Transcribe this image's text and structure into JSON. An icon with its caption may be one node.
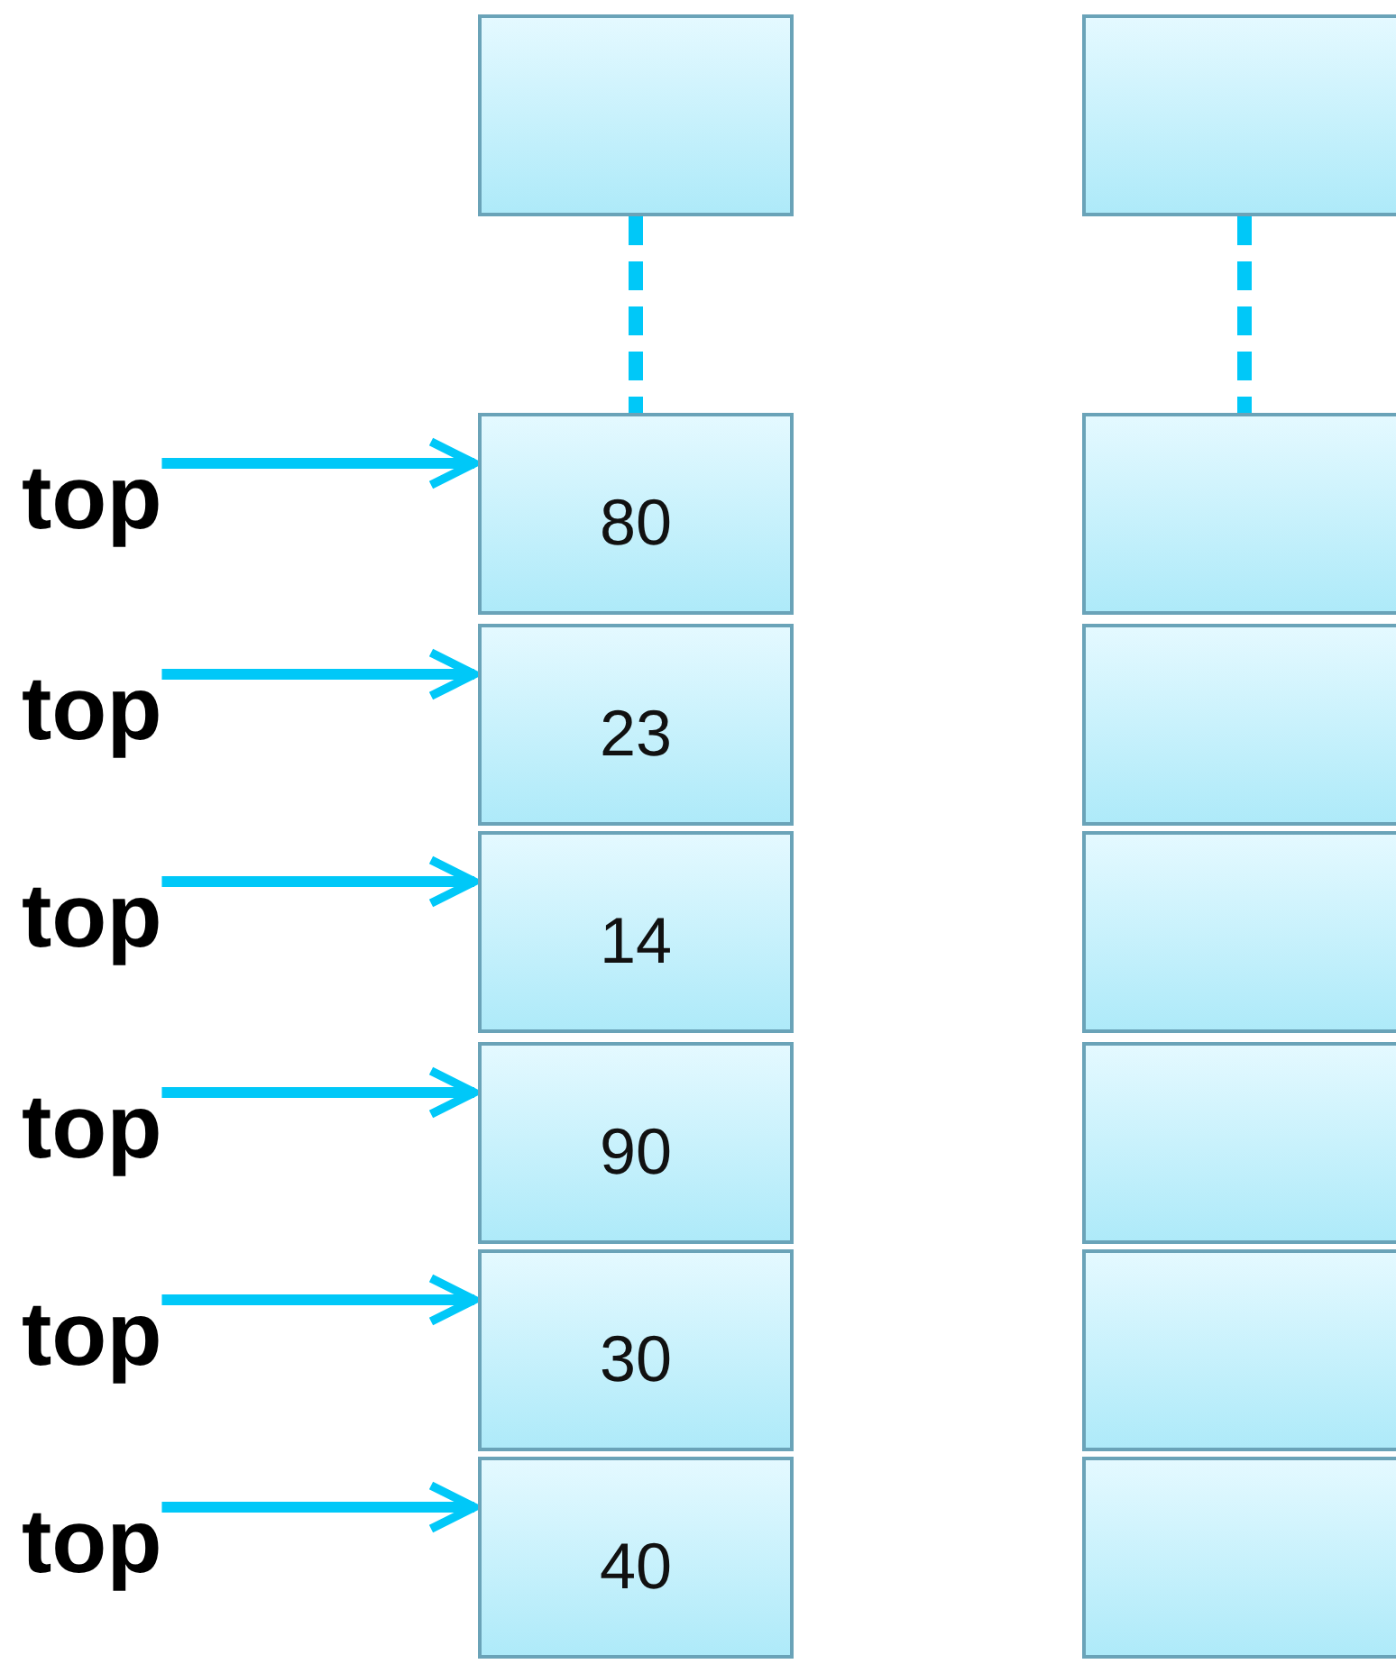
{
  "diagram": {
    "nodes": [
      {
        "text": [],
        "shape": "box"
      },
      {
        "text": [],
        "shape": "box"
      },
      {
        "text": [
          "top"
        ]
      },
      {
        "text": [
          "80"
        ]
      },
      {
        "text": [],
        "shape": "box"
      },
      {
        "text": [
          "top"
        ]
      },
      {
        "text": [
          "23"
        ]
      },
      {
        "text": [],
        "shape": "box"
      },
      {
        "text": [
          "top"
        ]
      },
      {
        "text": [
          "14"
        ]
      },
      {
        "text": [],
        "shape": "box"
      },
      {
        "text": [
          "top"
        ]
      },
      {
        "text": [
          "90"
        ]
      },
      {
        "text": [],
        "shape": "box"
      },
      {
        "text": [
          "top"
        ]
      },
      {
        "text": [
          "30"
        ]
      },
      {
        "text": [],
        "shape": "box"
      },
      {
        "text": [
          "top"
        ]
      },
      {
        "text": [
          "40"
        ]
      },
      {
        "text": [],
        "shape": "box"
      }
    ],
    "edges": [
      {
        "from": 0,
        "to": 3,
        "arrow": "none",
        "style": "dashed"
      },
      {
        "from": 1,
        "to": 4,
        "arrow": "none",
        "style": "dashed"
      },
      {
        "from": 2,
        "to": 3,
        "arrow": "to"
      },
      {
        "from": 5,
        "to": 6,
        "arrow": "to"
      },
      {
        "from": 8,
        "to": 9,
        "arrow": "to"
      },
      {
        "from": 11,
        "to": 12,
        "arrow": "to"
      },
      {
        "from": 14,
        "to": 15,
        "arrow": "to"
      },
      {
        "from": 17,
        "to": 18,
        "arrow": "to"
      }
    ]
  }
}
